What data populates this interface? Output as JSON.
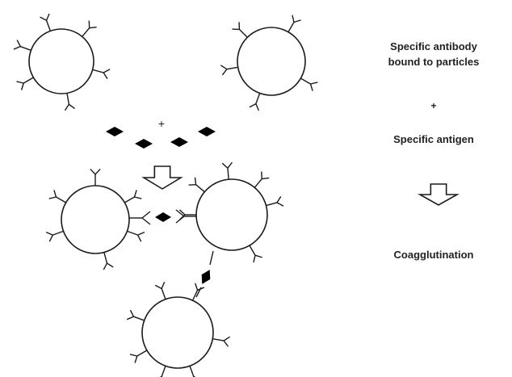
{
  "labels": {
    "antibody": "Specific antibody\nbound to particles",
    "plus": "+",
    "antigen": "Specific antigen",
    "result": "Coagglutination"
  },
  "colors": {
    "stroke": "#1a1a1a",
    "antigen_fill": "#000000",
    "background": "#ffffff"
  },
  "icons": {
    "particle": "circle-particle",
    "antibody": "y-shape-antibody",
    "antigen": "black-diamond",
    "reaction_arrow": "hollow-down-arrow"
  }
}
